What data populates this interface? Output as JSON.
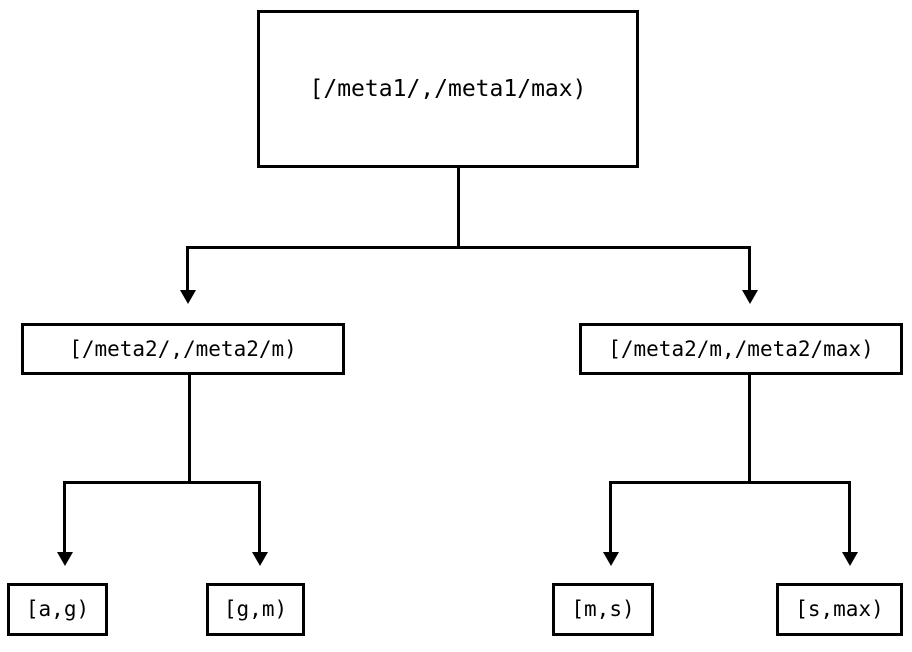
{
  "diagram": {
    "type": "tree",
    "orientation": "top-down",
    "background_color": "#ffffff",
    "stroke_color": "#000000",
    "nodes": {
      "root": {
        "id": "root",
        "label": "[/meta1/,/meta1/max)",
        "level": 0
      },
      "mid_left": {
        "id": "mid-left",
        "label": "[/meta2/,/meta2/m)",
        "level": 1
      },
      "mid_right": {
        "id": "mid-right",
        "label": "[/meta2/m,/meta2/max)",
        "level": 1
      },
      "leaf_ag": {
        "id": "leaf-a-g",
        "label": "[a,g)",
        "level": 2
      },
      "leaf_gm": {
        "id": "leaf-g-m",
        "label": "[g,m)",
        "level": 2
      },
      "leaf_ms": {
        "id": "leaf-m-s",
        "label": "[m,s)",
        "level": 2
      },
      "leaf_smax": {
        "id": "leaf-s-max",
        "label": "[s,max)",
        "level": 2
      }
    },
    "edges": [
      {
        "from": "root",
        "to": "mid_left",
        "arrow": "down"
      },
      {
        "from": "root",
        "to": "mid_right",
        "arrow": "down"
      },
      {
        "from": "mid_left",
        "to": "leaf_ag",
        "arrow": "down"
      },
      {
        "from": "mid_left",
        "to": "leaf_gm",
        "arrow": "down"
      },
      {
        "from": "mid_right",
        "to": "leaf_ms",
        "arrow": "down"
      },
      {
        "from": "mid_right",
        "to": "leaf_smax",
        "arrow": "down"
      }
    ]
  }
}
